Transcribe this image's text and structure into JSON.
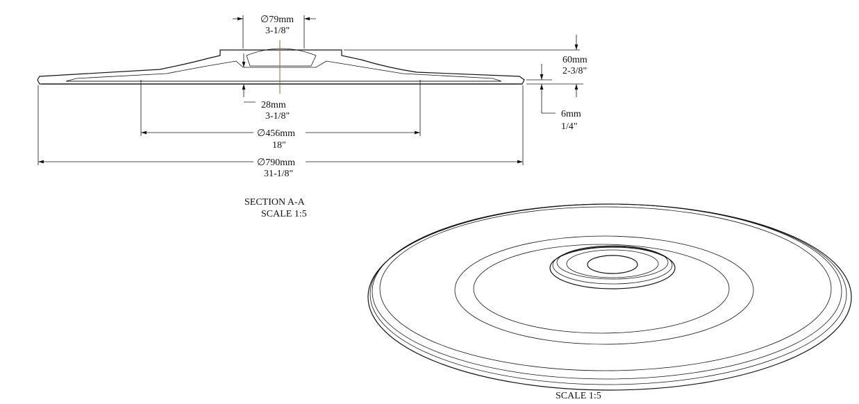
{
  "section_view": {
    "title": "SECTION  A-A",
    "scale": "SCALE  1:5",
    "dimensions": {
      "hub_diameter": {
        "metric": "79mm",
        "imperial": "3-1/8\""
      },
      "overall_height": {
        "metric": "60mm",
        "imperial": "2-3/8\""
      },
      "hub_depth": {
        "metric": "28mm",
        "imperial": "3-1/8\""
      },
      "rim_thickness": {
        "metric": "6mm",
        "imperial": "1/4\""
      },
      "inner_diameter": {
        "metric": "456mm",
        "imperial": "18\""
      },
      "outer_diameter": {
        "metric": "790mm",
        "imperial": "31-1/8\""
      }
    },
    "diameter_symbol": "∅"
  },
  "iso_view": {
    "scale": "SCALE  1:5"
  }
}
